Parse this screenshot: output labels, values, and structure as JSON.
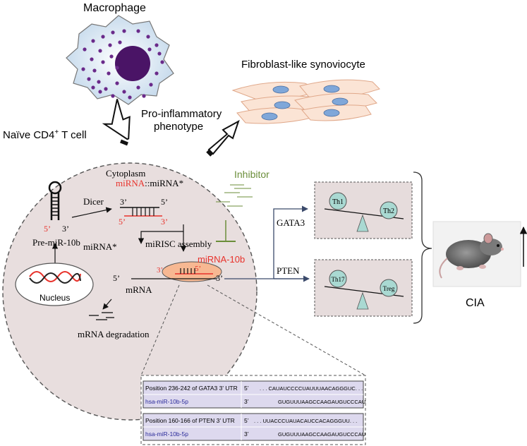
{
  "labels": {
    "macrophage": "Macrophage",
    "fibroblast": "Fibroblast-like synoviocyte",
    "pro_inflammatory_1": "Pro-inflammatory",
    "pro_inflammatory_2": "phenotype",
    "naive_t_cell": "Naïve CD4",
    "naive_t_cell_sup": "+",
    "naive_t_cell_tail": " T cell",
    "cytoplasm": "Cytoplasm",
    "inhibitor": "Inhibitor",
    "dicer": "Dicer",
    "mirna_duplex_red": "miRNA",
    "mirna_duplex_black": "::miRNA*",
    "three_prime": "3’",
    "five_prime": "5’",
    "pre_mir": "Pre-miR-10b",
    "mirisc": "miRISC assembly",
    "mirna_star": "miRNA*",
    "mirna_10b": "miRNA-10b",
    "mrna": "mRNA",
    "mrna_degradation": "mRNA degradation",
    "nucleus": "Nucleus",
    "gata3": "GATA3",
    "pten": "PTEN",
    "th1": "Th1",
    "th2": "Th2",
    "th17": "Th17",
    "treg": "Treg",
    "cia": "CIA"
  },
  "alignments": [
    {
      "title": "Position 236-242 of GATA3 3’ UTR",
      "target_end": "5’",
      "target_seq": ". . . CAUAUCCCCUAUUUAACAGGGUC. . .",
      "mirna_label": "hsa-miR-10b-5p",
      "mirna_end": "3’",
      "mirna_seq": "GUGUUUAAGCCAAGAUGUCCCAU"
    },
    {
      "title": "Position 160-166 of PTEN 3’ UTR",
      "target_end": "5’",
      "target_seq": ". . . UUACCCUAUACAUCCACAGGGUU. . .",
      "mirna_label": "hsa-miR-10b-5p",
      "mirna_end": "3’",
      "mirna_seq": "GUGUUUAAGCCAAGAUGUCCCAU"
    }
  ],
  "colors": {
    "cell_fill": "#e8dede",
    "cell_border": "#555555",
    "red_label": "#e8312a",
    "inhibitor": "#6b8e3a",
    "arrow_blue": "#3b4a6b",
    "panel_fill": "#e6dcdc",
    "teal": "#a9d9d2",
    "orange_cell": "#f7b892",
    "fibroblast_fill": "#fbe4d5",
    "fibroblast_nucleus": "#7fa7d9",
    "macrophage_dot": "#6a2a8a",
    "seq_box": "#ddd9ee",
    "seq_blue": "#2b2b9a"
  }
}
